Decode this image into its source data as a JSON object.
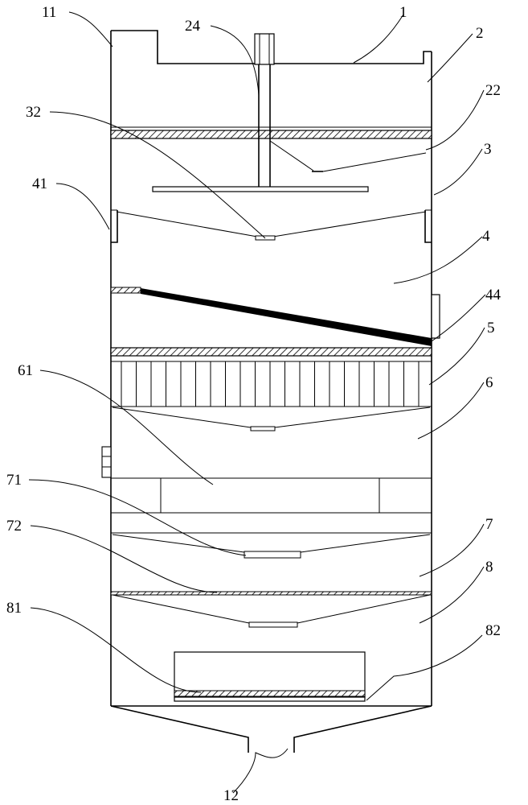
{
  "labels": {
    "l1": "1",
    "l2": "2",
    "l3": "3",
    "l4": "4",
    "l5": "5",
    "l6": "6",
    "l7": "7",
    "l8": "8",
    "l11": "11",
    "l12": "12",
    "l22": "22",
    "l24": "24",
    "l32": "32",
    "l41": "41",
    "l44": "44",
    "l61": "61",
    "l71": "71",
    "l72": "72",
    "l81": "81",
    "l82": "82"
  },
  "colors": {
    "stroke": "#000000",
    "background": "#ffffff"
  }
}
